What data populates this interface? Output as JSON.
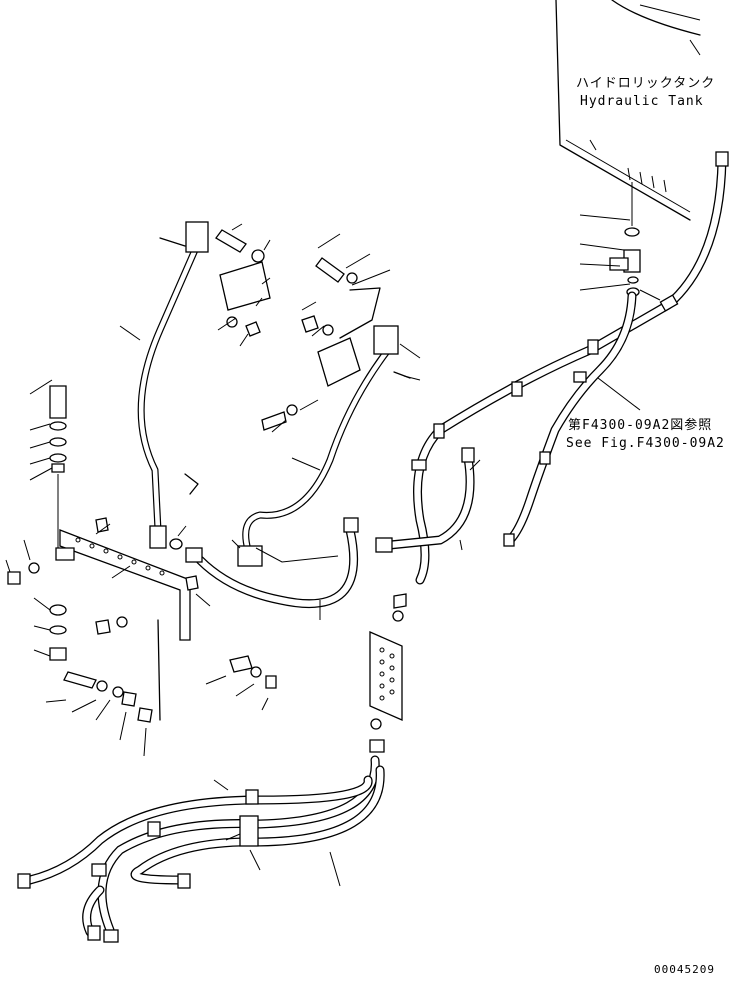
{
  "tank": {
    "label_ja": "ハイドロリックタンク",
    "label_en": "Hydraulic Tank"
  },
  "reference": {
    "label_ja": "第F4300-09A2図参照",
    "label_en": "See Fig.F4300-09A2"
  },
  "drawing_number": "00045209"
}
